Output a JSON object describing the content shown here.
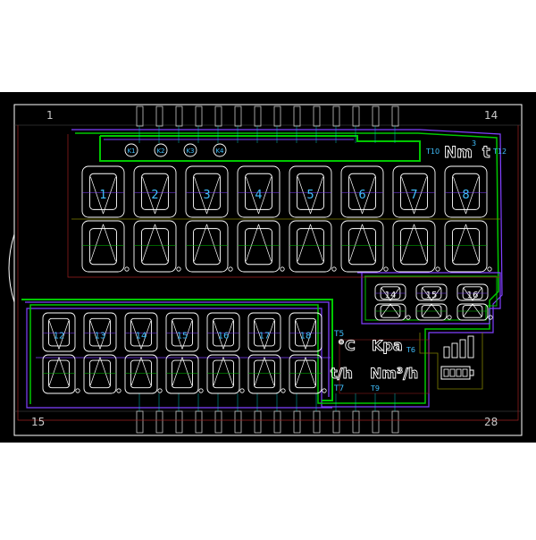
{
  "colors": {
    "page": "#ffffff",
    "board": "#000000",
    "outline": "#ffffff",
    "pins": "#c8c8c8",
    "segment": "#ffffff",
    "trace_green": "#00c800",
    "trace_purple": "#8040ff",
    "trace_red": "#a02020",
    "trace_olive": "#808000",
    "trace_cyan": "#00c0c0",
    "label_cyan": "#40c0ff",
    "label_white": "#ffffff",
    "corner_label": "#c8c8c8"
  },
  "corner_labels": {
    "top_left": "1",
    "top_right": "14",
    "bottom_left": "15",
    "bottom_right": "28"
  },
  "annunciators_k": [
    "K1",
    "K2",
    "K3",
    "K4"
  ],
  "main_digits": [
    "1",
    "2",
    "3",
    "4",
    "5",
    "6",
    "7",
    "8"
  ],
  "small_digits": [
    "14",
    "15",
    "16"
  ],
  "lower_digits": [
    "12",
    "13",
    "14",
    "15",
    "16",
    "17",
    "18"
  ],
  "test_points": {
    "t10": "T10",
    "t12": "T12",
    "t3": "3",
    "t5": "T5",
    "t6": "T6",
    "t7": "T7",
    "t9": "T9"
  },
  "units": {
    "nm": "Nm",
    "t": "t",
    "celsius": "°C",
    "kpa": "Kpa",
    "tph": "t/h",
    "nmh": "Nm³/h"
  },
  "icon_names": [
    "battery-icon",
    "signal-bars-icon",
    "digit-14seg-icon"
  ]
}
